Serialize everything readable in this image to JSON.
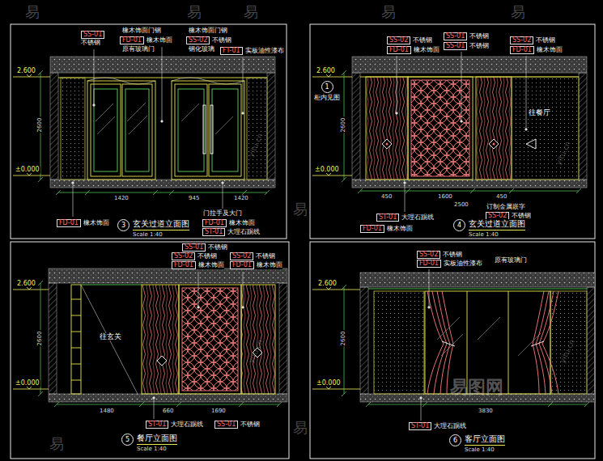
{
  "diagram": {
    "nodes": [
      {
        "text": [
          "SS-01",
          "不锈钢"
        ]
      },
      {
        "text": [
          "FD-01",
          "橡木饰面"
        ]
      },
      {
        "text": [
          "SS-02",
          "不锈钢"
        ]
      },
      {
        "text": [
          "FT-01",
          "实板油性漆布"
        ]
      },
      {
        "text": [
          "FD-01",
          "橡木饰面"
        ]
      },
      {
        "text": [
          "FD-01",
          "橡木饰面"
        ]
      },
      {
        "text": [
          "ST-01",
          "大理石踢线"
        ]
      },
      {
        "text": [
          "3",
          "玄关过道立面图",
          "Scale 1:40"
        ]
      },
      {
        "text": [
          "SS-02",
          "不锈钢"
        ]
      },
      {
        "text": [
          "SS-01",
          "不锈钢"
        ]
      },
      {
        "text": [
          "SS-01",
          "不锈钢"
        ]
      },
      {
        "text": [
          "SS-02",
          "不锈钢"
        ]
      },
      {
        "text": [
          "FD-01",
          "橡木饰面"
        ]
      },
      {
        "text": [
          "FD-01",
          "橡木饰面"
        ]
      },
      {
        "text": [
          "FD-01",
          "橡木饰面"
        ]
      },
      {
        "text": [
          "ST-01",
          "大理石踢线"
        ]
      },
      {
        "text": [
          "SS-02",
          "不锈钢"
        ]
      },
      {
        "text": [
          "1",
          "柜内见图"
        ]
      },
      {
        "text": [
          "4",
          "玄关过道立面图",
          "Scale 1:40"
        ]
      },
      {
        "text": [
          "SS-01",
          "不锈钢"
        ]
      },
      {
        "text": [
          "SS-02",
          "不锈钢"
        ]
      },
      {
        "text": [
          "FD-01",
          "橡木饰面"
        ]
      },
      {
        "text": [
          "SS-02",
          "不锈钢"
        ]
      },
      {
        "text": [
          "FD-01",
          "橡木饰面"
        ]
      },
      {
        "text": [
          "ST-01",
          "大理石踢线"
        ]
      },
      {
        "text": [
          "SS-01",
          "不锈钢"
        ]
      },
      {
        "text": [
          "5",
          "餐厅立面图",
          "Scale 1:40"
        ]
      },
      {
        "text": [
          "SS-02",
          "不锈钢"
        ]
      },
      {
        "text": [
          "FD-01",
          "实板油性漆布"
        ]
      },
      {
        "text": [
          "ST-01",
          "大理石踢线"
        ]
      },
      {
        "text": [
          "6",
          "客厅立面图",
          "Scale 1:40"
        ]
      }
    ],
    "labels": [
      "橡木饰面门钢",
      "橡木饰面门钢",
      "原有玻璃门",
      "钢化玻璃",
      "2.600",
      "±0.000",
      "2600",
      "1420",
      "945",
      "1420",
      "门拉手及大门",
      "往餐厅",
      "2.600",
      "±0.000",
      "2600",
      "450",
      "1600",
      "450",
      "2500",
      "订制金属嵌字",
      "往玄关",
      "2.600",
      "±0.000",
      "2600",
      "1480",
      "660",
      "1690",
      "原有玻璃门",
      "2.600",
      "±0.000",
      "2600",
      "3830",
      "易",
      "易",
      "易",
      "易",
      "易",
      "易",
      "易",
      "易",
      "yitu.cn",
      "yitu.cn",
      "yitu.cn",
      "yitu.cn",
      "易图网"
    ]
  }
}
